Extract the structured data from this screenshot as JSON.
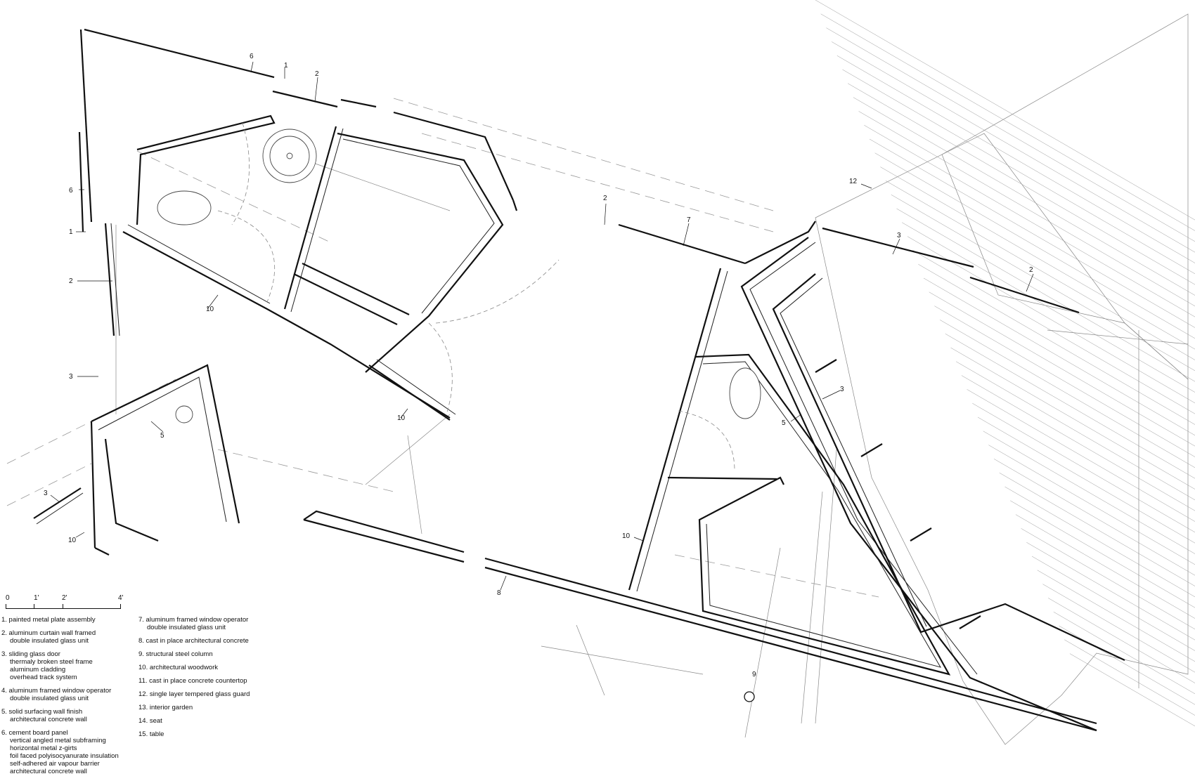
{
  "scale": {
    "labels": [
      "0",
      "1'",
      "2'",
      "4'"
    ]
  },
  "plan_labels": {
    "l6a": "6",
    "l1a": "1",
    "l2a": "2",
    "l6b": "6",
    "l1b": "1",
    "l2b": "2",
    "l3a": "3",
    "l10a": "10",
    "l5a": "5",
    "l3b": "3",
    "l10b": "10",
    "l2c": "2",
    "l7": "7",
    "l10c": "10",
    "l12": "12",
    "l3c": "3",
    "l2d": "2",
    "l3d": "3",
    "l5b": "5",
    "l10d": "10",
    "l8": "8",
    "l9": "9"
  },
  "legend": {
    "col1": [
      {
        "title": "1. painted metal plate assembly",
        "sub": []
      },
      {
        "title": "2. aluminum curtain wall framed",
        "sub": [
          "double insulated glass unit"
        ]
      },
      {
        "title": "3. sliding glass door",
        "sub": [
          "thermaly broken steel frame",
          "aluminum cladding",
          "overhead track system"
        ]
      },
      {
        "title": "4. aluminum framed window operator",
        "sub": [
          "double insulated glass unit"
        ]
      },
      {
        "title": "5. solid surfacing wall finish",
        "sub": [
          "architectural concrete wall"
        ]
      },
      {
        "title": "6. cement board panel",
        "sub": [
          "vertical angled metal subframing",
          "horizontal metal z-girts",
          "foil faced polyisocyanurate insulation",
          "self-adhered air vapour barrier",
          "architectural concrete wall"
        ]
      }
    ],
    "col2": [
      {
        "title": "7. aluminum framed window operator",
        "sub": [
          "double insulated glass unit"
        ]
      },
      {
        "title": "8. cast in place architectural concrete",
        "sub": []
      },
      {
        "title": "9. structural steel column",
        "sub": []
      },
      {
        "title": "10. architectural woodwork",
        "sub": []
      },
      {
        "title": "11. cast in place concrete countertop",
        "sub": []
      },
      {
        "title": "12. single layer tempered glass guard",
        "sub": []
      },
      {
        "title": "13. interior garden",
        "sub": []
      },
      {
        "title": "14. seat",
        "sub": []
      },
      {
        "title": "15. table",
        "sub": []
      }
    ]
  }
}
